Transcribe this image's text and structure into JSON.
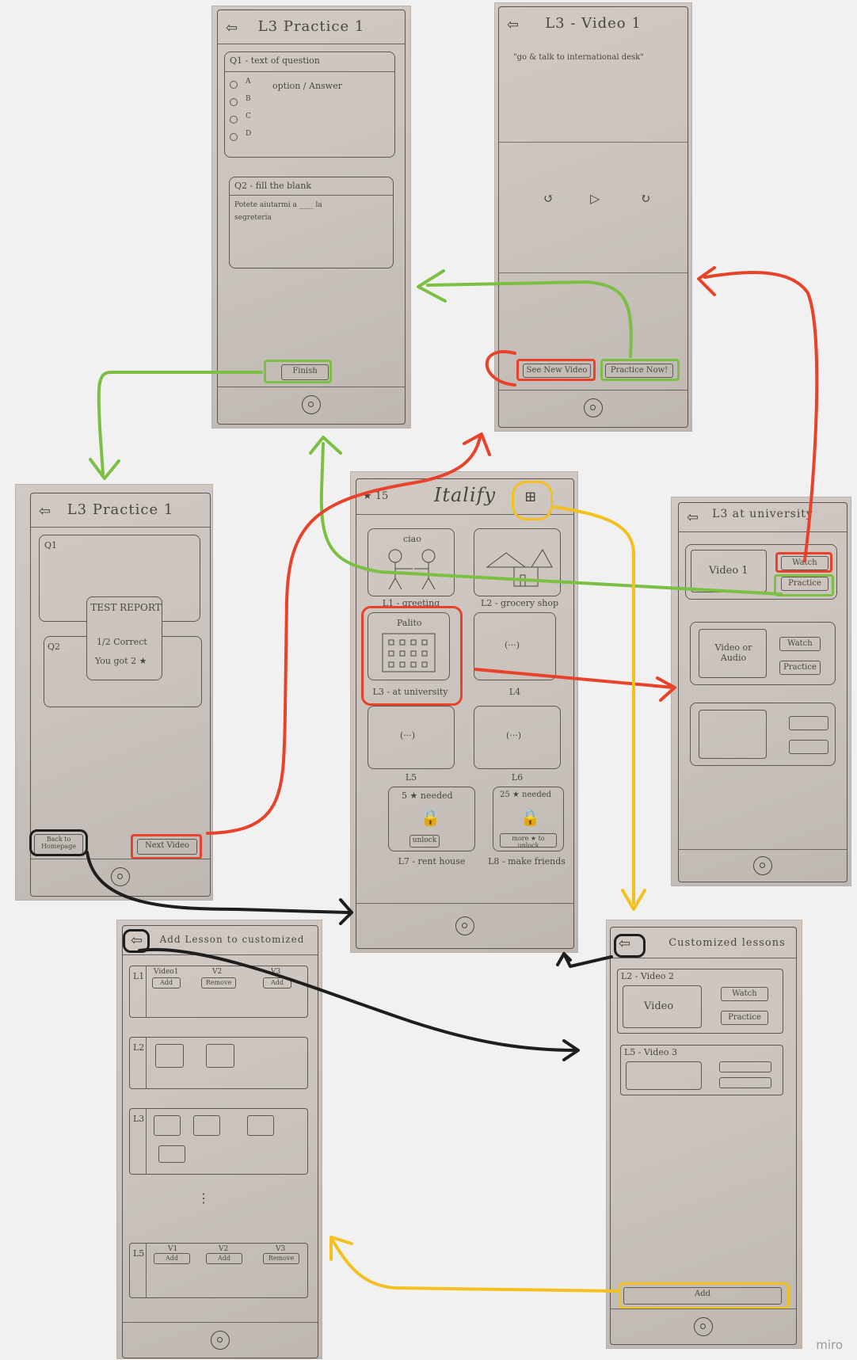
{
  "practice1": {
    "title": "L3   Practice 1",
    "q1": "Q1 - text of question",
    "options": [
      "A",
      "B",
      "C",
      "D"
    ],
    "option_note": "option / Answer",
    "q2": "Q2 - fill the blank",
    "q2_text_1": "Potete aiutarmi a ____ la",
    "q2_text_2": "segreteria",
    "finish": "Finish"
  },
  "video1": {
    "title": "L3 - Video 1",
    "caption": "\"go & talk to international desk\"",
    "rewind": "↺",
    "play": "▷",
    "forward": "↻",
    "see_new_video": "See New Video",
    "practice_now": "Practice Now!"
  },
  "report": {
    "title": "L3  Practice 1",
    "q1": "Q1",
    "q2": "Q2",
    "popup_title": "TEST REPORT",
    "popup_score": "1/2 Correct",
    "popup_stars": "You got 2 ★",
    "back_home": "Back to Homepage",
    "next_video": "Next Video"
  },
  "home": {
    "title": "Italify",
    "star_count": "★ 15",
    "speech": "ciao",
    "market_label": "Palito",
    "lessons": [
      {
        "label": "L1 - greeting"
      },
      {
        "label": "L2 - grocery shop"
      },
      {
        "label": "L3 - at university"
      },
      {
        "label": "L4"
      },
      {
        "label": "L5"
      },
      {
        "label": "L6"
      },
      {
        "label": "L7 - rent house",
        "locked": "5 ★ needed",
        "btn": "unlock"
      },
      {
        "label": "L8 - make friends",
        "locked": "25 ★ needed",
        "btn": "more ★ to unlock"
      }
    ]
  },
  "university": {
    "title": "L3  at university",
    "video1": "Video 1",
    "watch": "Watch",
    "practice": "Practice",
    "video_audio": "Video or Audio",
    "watch2": "Watch",
    "practice2": "Practice"
  },
  "add_lesson": {
    "title": "Add Lesson to customized",
    "rows": [
      {
        "label": "L1",
        "items": [
          {
            "v": "Video1",
            "b": "Add"
          },
          {
            "v": "V2",
            "b": "Remove"
          },
          {
            "v": "V3",
            "b": "Add"
          }
        ]
      },
      {
        "label": "L2"
      },
      {
        "label": "L3"
      },
      {
        "label": "L5",
        "items": [
          {
            "v": "V1",
            "b": "Add"
          },
          {
            "v": "V2",
            "b": "Add"
          },
          {
            "v": "V3",
            "b": "Remove"
          }
        ]
      }
    ],
    "ellipsis": "⋮"
  },
  "customized": {
    "title": "Customized lessons",
    "item1_title": "L2 - Video 2",
    "item1_video": "Video",
    "watch": "Watch",
    "practice": "Practice",
    "item2_title": "L5 - Video 3",
    "add": "Add"
  },
  "brand": "miro"
}
